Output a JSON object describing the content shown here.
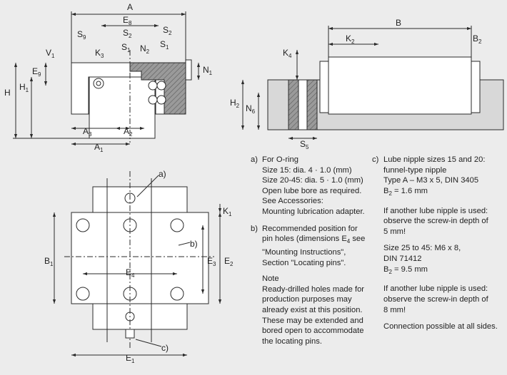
{
  "colors": {
    "background": "#ececec",
    "line": "#2a2a2a",
    "body_fill": "#ffffff",
    "section_hatch": "#8c8c8c",
    "rail_shade": "#cfcfcf"
  },
  "dimensions": {
    "side_view": [
      {
        "letter": "A",
        "sub": ""
      },
      {
        "letter": "E",
        "sub": "8"
      },
      {
        "letter": "S",
        "sub": "9"
      },
      {
        "letter": "S",
        "sub": "2"
      },
      {
        "letter": "S",
        "sub": "2"
      },
      {
        "letter": "K",
        "sub": "3"
      },
      {
        "letter": "S",
        "sub": "1"
      },
      {
        "letter": "N",
        "sub": "2"
      },
      {
        "letter": "S",
        "sub": "1"
      },
      {
        "letter": "V",
        "sub": "1"
      },
      {
        "letter": "E",
        "sub": "9"
      },
      {
        "letter": "H",
        "sub": ""
      },
      {
        "letter": "H",
        "sub": "1"
      },
      {
        "letter": "N",
        "sub": "1"
      },
      {
        "letter": "A",
        "sub": "3"
      },
      {
        "letter": "A",
        "sub": "2"
      },
      {
        "letter": "A",
        "sub": "1"
      }
    ],
    "front_view": [
      {
        "letter": "B",
        "sub": ""
      },
      {
        "letter": "K",
        "sub": "2"
      },
      {
        "letter": "B",
        "sub": "2"
      },
      {
        "letter": "K",
        "sub": "4"
      },
      {
        "letter": "H",
        "sub": "2"
      },
      {
        "letter": "N",
        "sub": "6"
      },
      {
        "letter": "S",
        "sub": "5"
      }
    ],
    "top_view": [
      {
        "letter": "K",
        "sub": "1"
      },
      {
        "letter": "B",
        "sub": "1"
      },
      {
        "letter": "E",
        "sub": "4"
      },
      {
        "letter": "E",
        "sub": "3"
      },
      {
        "letter": "E",
        "sub": "2"
      },
      {
        "letter": "E",
        "sub": "1"
      }
    ]
  },
  "callouts": [
    "a)",
    "b)",
    "c)"
  ],
  "notes": {
    "a": {
      "label": "a)",
      "lines": [
        "For O-ring",
        "Size 15: dia. 4 · 1.0 (mm)",
        "Size 20-45: dia. 5 · 1.0 (mm)",
        "Open lube bore as required.",
        "See Accessories:",
        "Mounting lubrication adapter."
      ]
    },
    "b": {
      "label": "b)",
      "lines_before": [
        "Recommended position for",
        "pin holes (dimensions "
      ],
      "line2_sub": "4",
      "line2_after": " see",
      "lines_after": [
        "\"Mounting Instructions\",",
        "Section \"Locating pins\"."
      ],
      "note_lines": [
        "Note",
        "Ready-drilled holes made for",
        "production purposes may",
        "already exist at this position.",
        "These may be extended and",
        "bored open to accommodate",
        "the locating pins."
      ]
    },
    "c": {
      "label": "c)",
      "para1": [
        "Lube nipple sizes 15 and 20:",
        "funnel-type nipple",
        "Type A – M3 x 5, DIN 3405"
      ],
      "b2_a": "= 1.6 mm",
      "para2": [
        "If another lube nipple is used:",
        "observe the screw-in depth of",
        "5 mm!"
      ],
      "para3": [
        "Size 25 to 45: M6 x 8,",
        "DIN 71412"
      ],
      "b2_b": "= 9.5 mm",
      "para4": [
        "If another lube nipple is used:",
        "observe the screw-in depth of",
        "8 mm!"
      ],
      "para5": [
        "Connection possible at all sides."
      ]
    },
    "e_letter": "E",
    "b_letter": "B",
    "b_sub": "2"
  }
}
